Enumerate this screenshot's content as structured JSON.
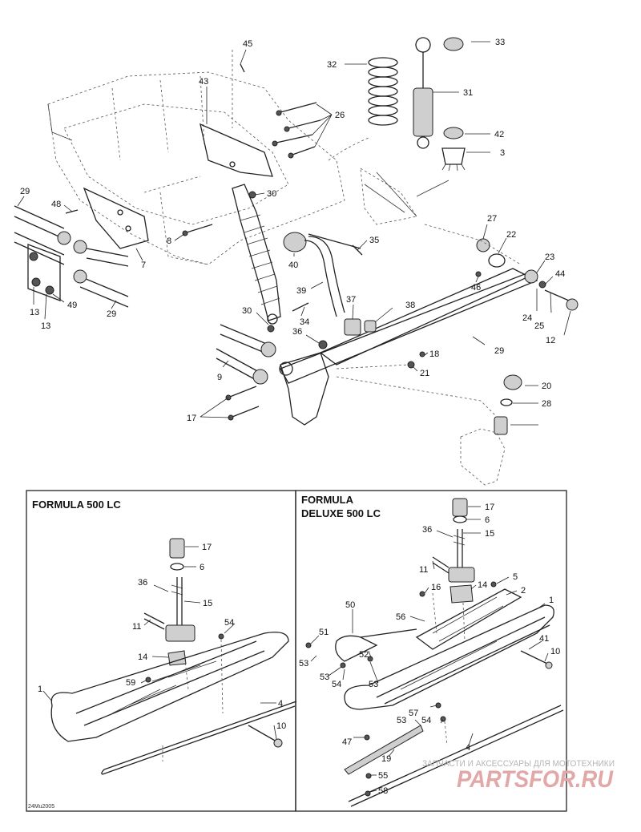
{
  "panels": {
    "left_title": "FORMULA 500 LC",
    "right_title_line1": "FORMULA",
    "right_title_line2": "DELUXE 500 LC"
  },
  "drawing_code": "24Mu2005",
  "watermark": {
    "line1": "ЗАПЧАСТИ И АКСЕССУАРЫ ДЛЯ МОТОТЕХНИКИ",
    "logo_text": "PARTSFOR.RU"
  },
  "callouts": {
    "main": [
      "45",
      "33",
      "32",
      "31",
      "43",
      "26",
      "42",
      "3",
      "29",
      "48",
      "30",
      "27",
      "22",
      "8",
      "35",
      "7",
      "40",
      "23",
      "44",
      "46",
      "24",
      "25",
      "12",
      "39",
      "37",
      "38",
      "13",
      "49",
      "29",
      "30",
      "34",
      "13",
      "36",
      "18",
      "29",
      "9",
      "21",
      "20",
      "28",
      "17"
    ],
    "left": [
      "17",
      "6",
      "36",
      "15",
      "11",
      "54",
      "14",
      "59",
      "1",
      "4",
      "10"
    ],
    "right": [
      "17",
      "6",
      "36",
      "15",
      "11",
      "14",
      "5",
      "16",
      "2",
      "50",
      "56",
      "1",
      "51",
      "41",
      "10",
      "53",
      "52",
      "53",
      "54",
      "53",
      "57",
      "53",
      "54",
      "47",
      "4",
      "19",
      "55",
      "58"
    ]
  }
}
